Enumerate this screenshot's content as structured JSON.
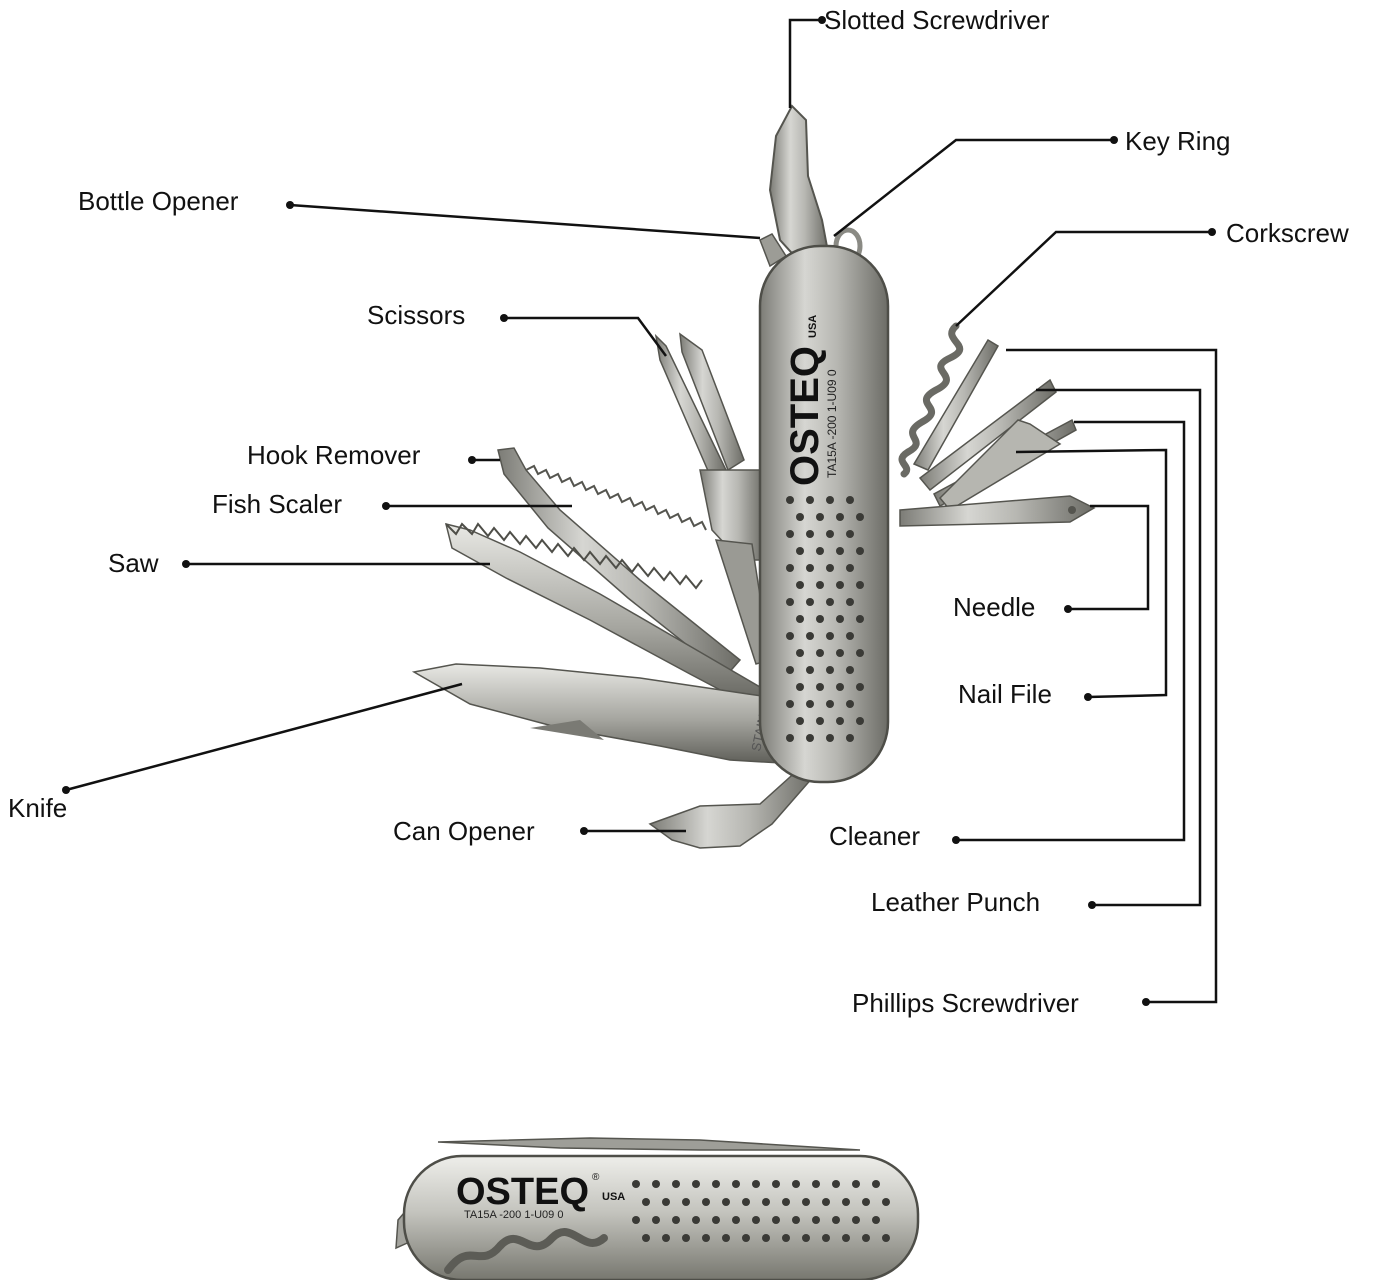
{
  "labels": {
    "slotted_screwdriver": "Slotted Screwdriver",
    "key_ring": "Key Ring",
    "bottle_opener": "Bottle Opener",
    "corkscrew": "Corkscrew",
    "scissors": "Scissors",
    "hook_remover": "Hook Remover",
    "fish_scaler": "Fish Scaler",
    "saw": "Saw",
    "needle": "Needle",
    "nail_file": "Nail File",
    "knife": "Knife",
    "can_opener": "Can Opener",
    "cleaner": "Cleaner",
    "leather_punch": "Leather Punch",
    "phillips_screwdriver": "Phillips Screwdriver"
  },
  "brand": {
    "logo": "OSTEQ",
    "country": "USA",
    "registered": "®",
    "model_code": "TA15A -200  1-U09  0",
    "blade_stamp": "STAINLESS"
  },
  "colors": {
    "steel_light": "#d8d8d4",
    "steel_mid": "#a9a9a3",
    "steel_dark": "#6e6e68",
    "leader_line": "#111111",
    "hole": "#3a3a36"
  }
}
